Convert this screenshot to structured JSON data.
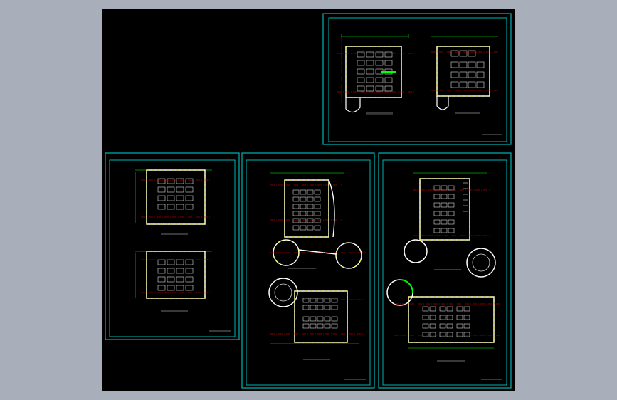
{
  "viewer": {
    "background": "#a8aeba",
    "canvas_color": "#000000",
    "frame_color": "#00b3b3",
    "wall_color": "#ffffff",
    "accent_color": "#ffff00",
    "axis_color": "#ff0000",
    "dimension_color": "#00ff00",
    "text_color": "#dddddd"
  },
  "sheets": [
    {
      "id": "sheet-top-right"
    },
    {
      "id": "sheet-left"
    },
    {
      "id": "sheet-middle"
    },
    {
      "id": "sheet-right"
    }
  ]
}
